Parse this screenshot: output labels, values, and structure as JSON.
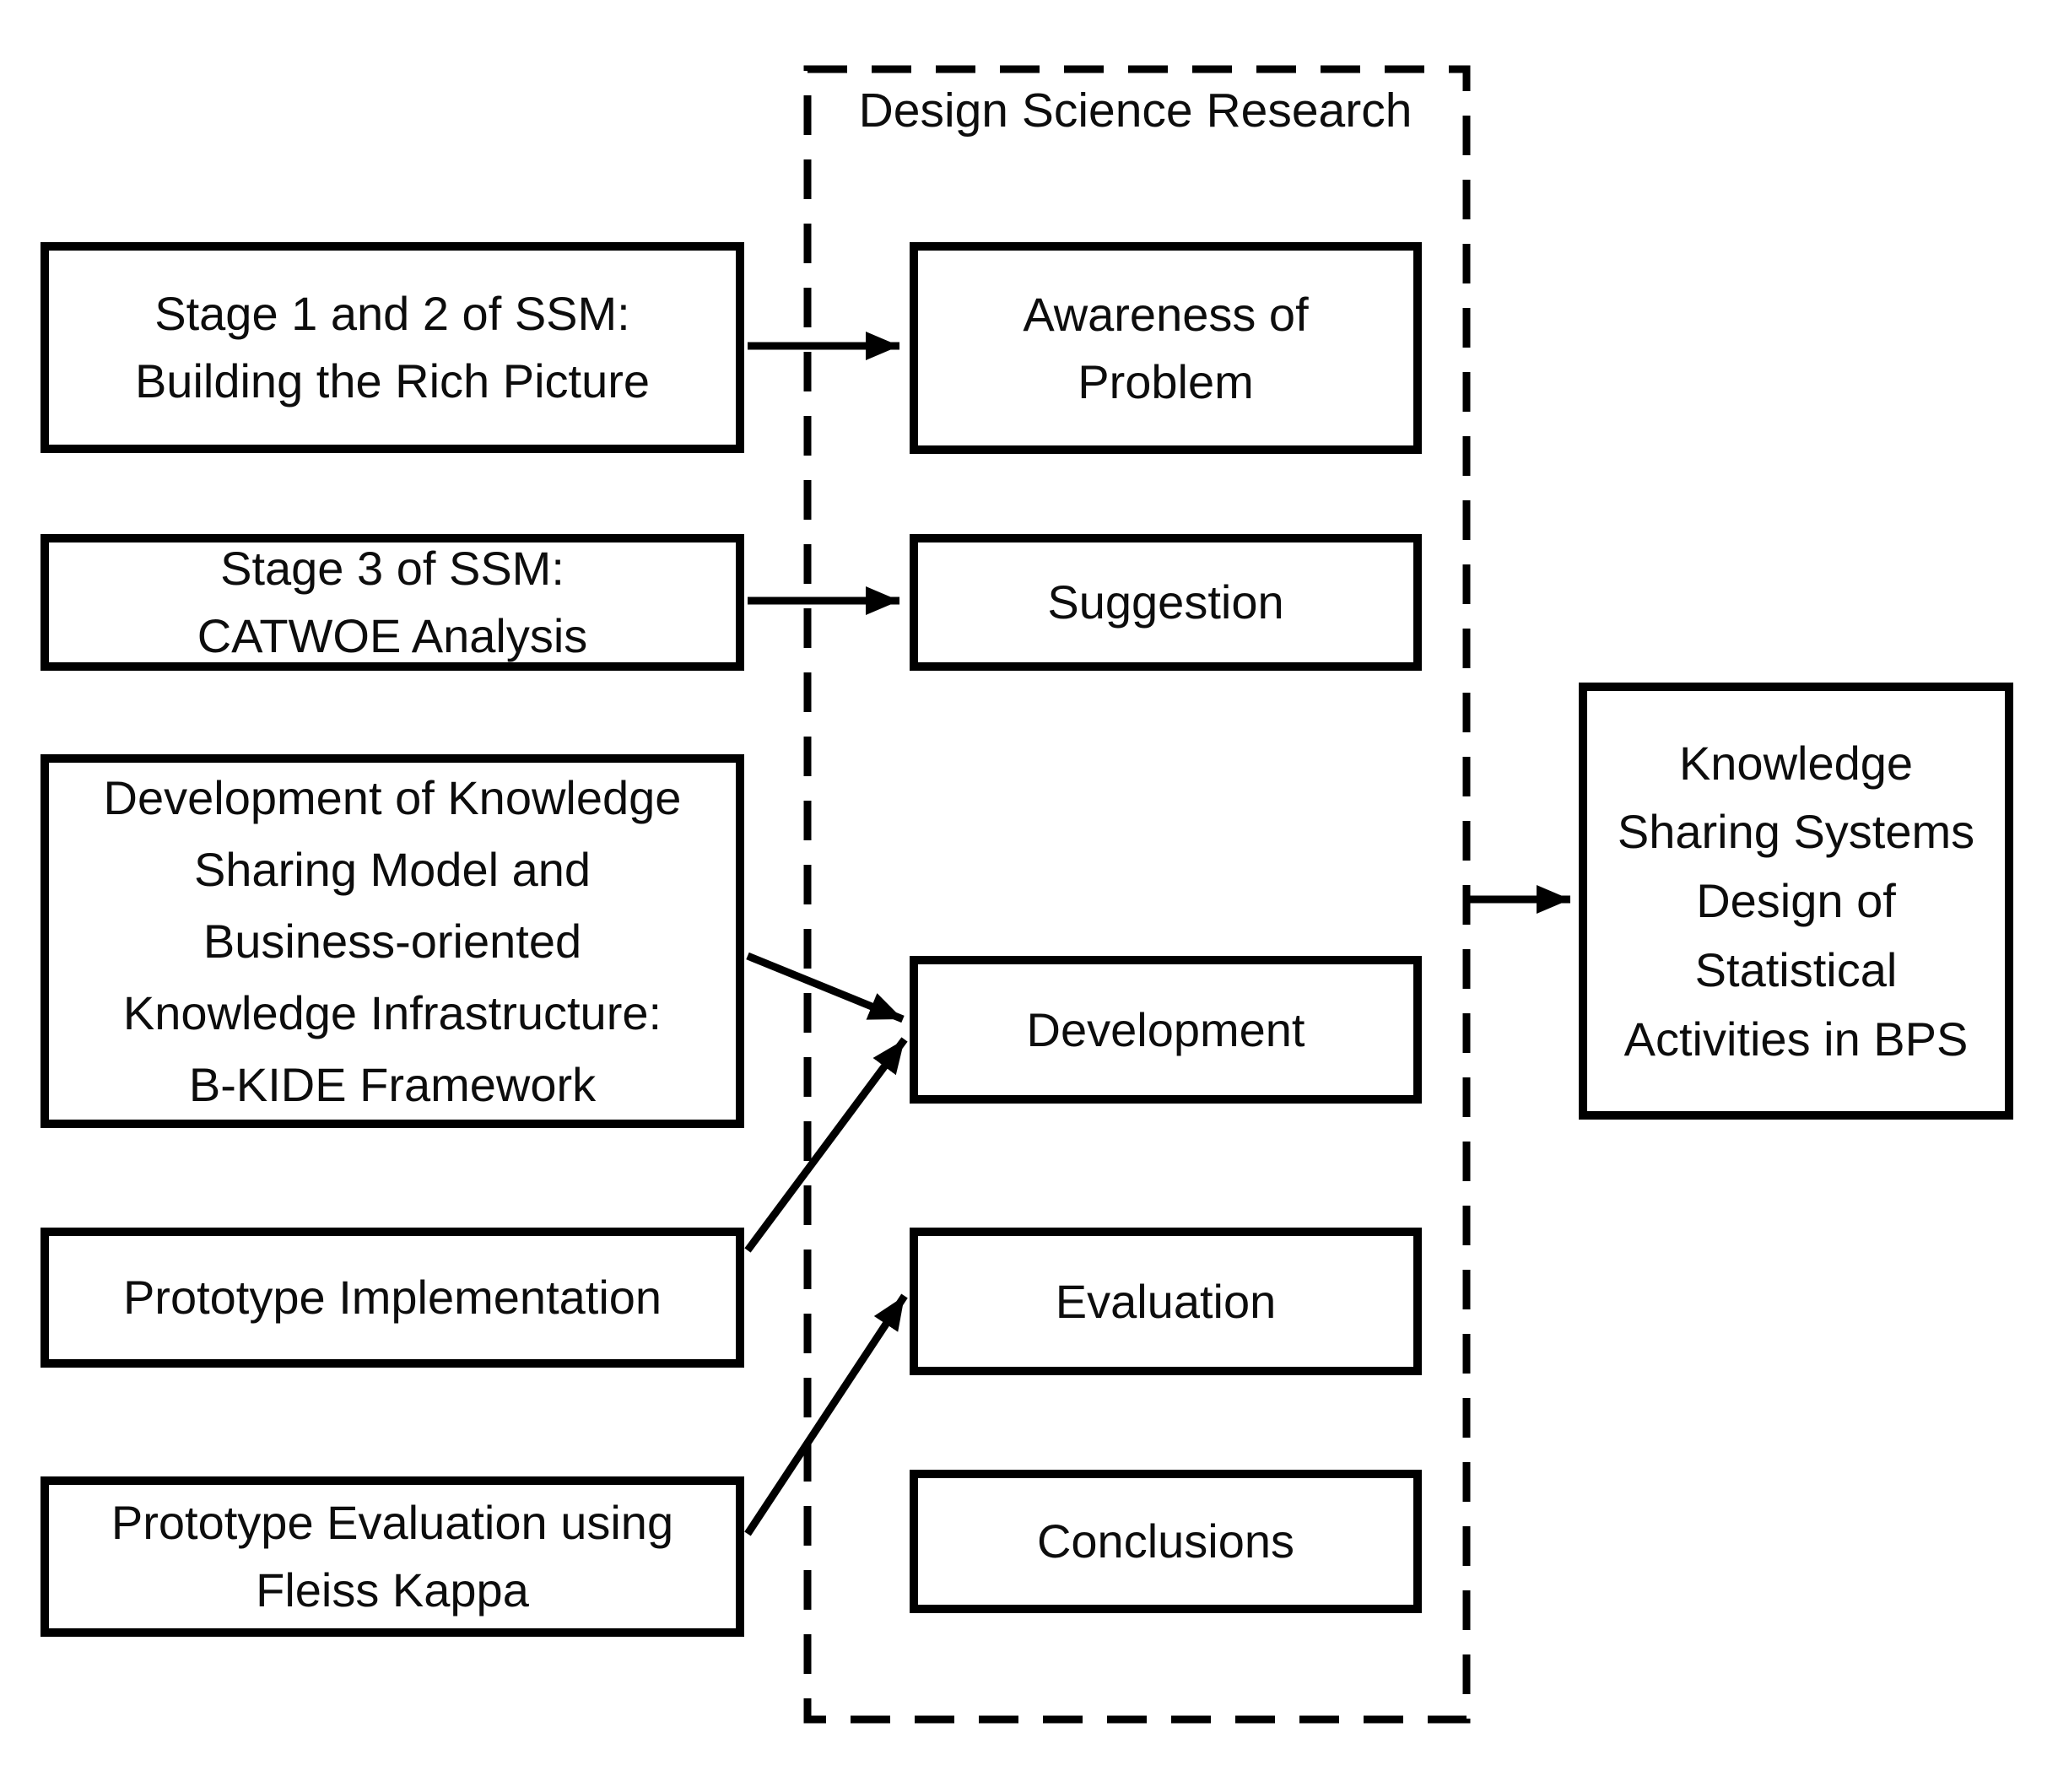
{
  "dsr": {
    "title": "Design Science Research"
  },
  "left_column": [
    {
      "label": "Stage 1 and 2 of SSM:\nBuilding the Rich Picture"
    },
    {
      "label": "Stage 3 of SSM:\nCATWOE Analysis"
    },
    {
      "label": "Development of Knowledge\nSharing Model and\nBusiness-oriented\nKnowledge Infrastructure:\nB-KIDE Framework"
    },
    {
      "label": "Prototype Implementation"
    },
    {
      "label": "Prototype Evaluation using\nFleiss Kappa"
    }
  ],
  "dsr_stages": [
    {
      "label": "Awareness of\nProblem"
    },
    {
      "label": "Suggestion"
    },
    {
      "label": "Development"
    },
    {
      "label": "Evaluation"
    },
    {
      "label": "Conclusions"
    }
  ],
  "output": {
    "label": "Knowledge\nSharing Systems\nDesign of\nStatistical\nActivities in BPS"
  },
  "colors": {
    "stroke": "#000000",
    "background": "#ffffff",
    "text": "#0d0d0d"
  }
}
